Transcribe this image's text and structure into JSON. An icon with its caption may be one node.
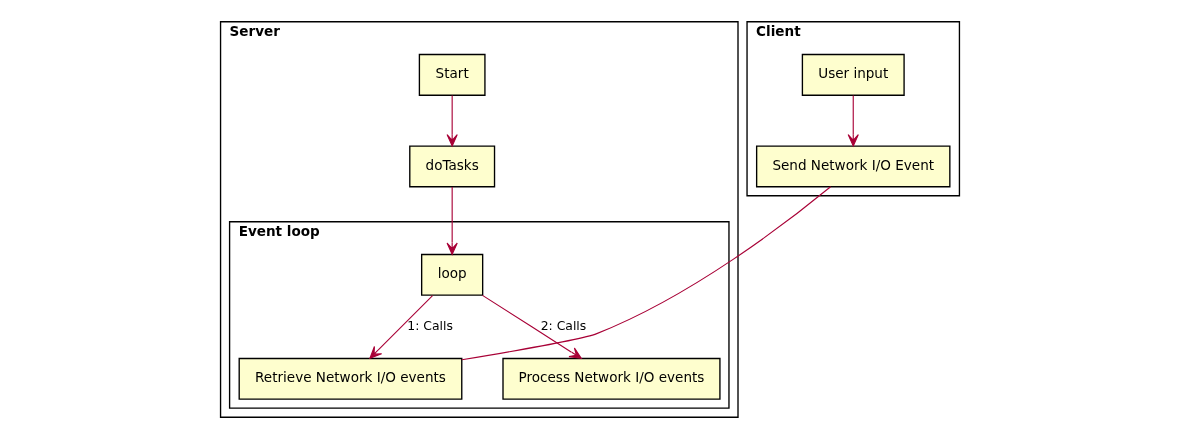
{
  "diagram": {
    "nodes": [
      {
        "text": [
          "Server"
        ]
      },
      {
        "text": [
          "Start"
        ],
        "in": 0
      },
      {
        "text": [
          "doTasks"
        ],
        "in": 0
      },
      {
        "text": [
          "Event loop"
        ],
        "in": 0
      },
      {
        "text": [
          "loop"
        ],
        "in": 3
      },
      {
        "text": [
          "Retrieve Network I/O events"
        ],
        "in": 3
      },
      {
        "text": [
          "Process Network I/O events"
        ],
        "in": 3
      },
      {
        "text": [
          "Client"
        ]
      },
      {
        "text": [
          "User input"
        ],
        "in": 7
      },
      {
        "text": [
          "Send Network I/O Event"
        ],
        "in": 7
      }
    ],
    "edges": [
      {
        "from": 1,
        "to": 2,
        "arrow": "to"
      },
      {
        "from": 2,
        "to": 4,
        "arrow": "to"
      },
      {
        "from": 4,
        "to": 5,
        "arrow": "to",
        "label": "1: Calls"
      },
      {
        "from": 4,
        "to": 6,
        "arrow": "to",
        "label": "2: Calls"
      },
      {
        "from": 8,
        "to": 9,
        "arrow": "to"
      },
      {
        "from": 9,
        "to": 5,
        "arrow": "none"
      }
    ]
  }
}
